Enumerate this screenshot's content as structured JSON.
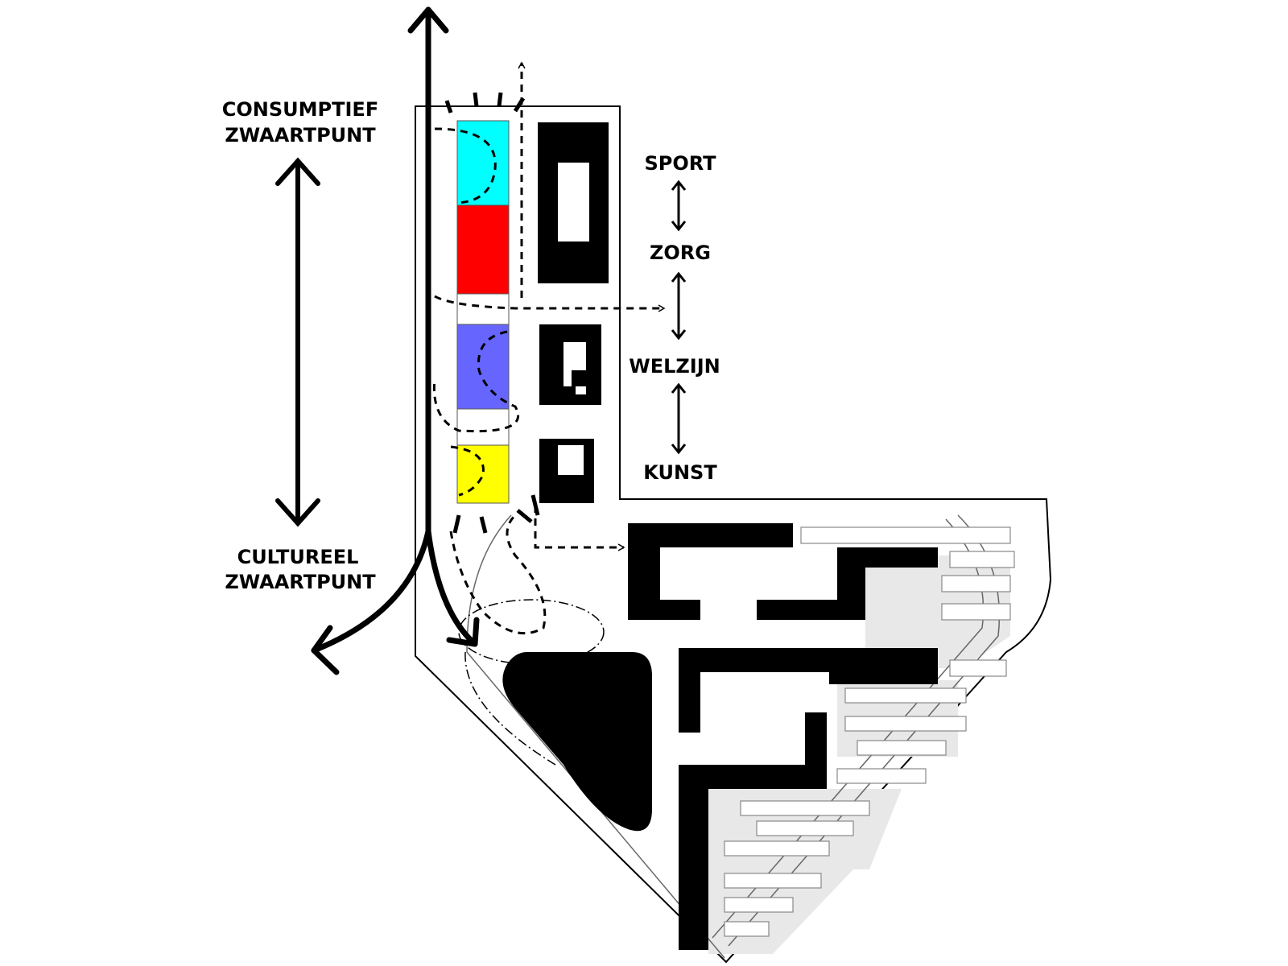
{
  "labels": {
    "consumptief_line1": "CONSUMPTIEF",
    "consumptief_line2": "ZWAARTPUNT",
    "cultureel_line1": "CULTUREEL",
    "cultureel_line2": "ZWAARTPUNT",
    "sport": "SPORT",
    "zorg": "ZORG",
    "welzijn": "WELZIJN",
    "kunst": "KUNST"
  },
  "colors": {
    "sport": "#00ffff",
    "zorg": "#ff0000",
    "welzijn": "#6666ff",
    "kunst": "#ffff00",
    "building": "#000000",
    "courtyard": "#e8e8e8",
    "outline": "#000000"
  },
  "icons": {
    "arrow": "arrow-icon",
    "double_arrow": "double-arrow-icon"
  }
}
